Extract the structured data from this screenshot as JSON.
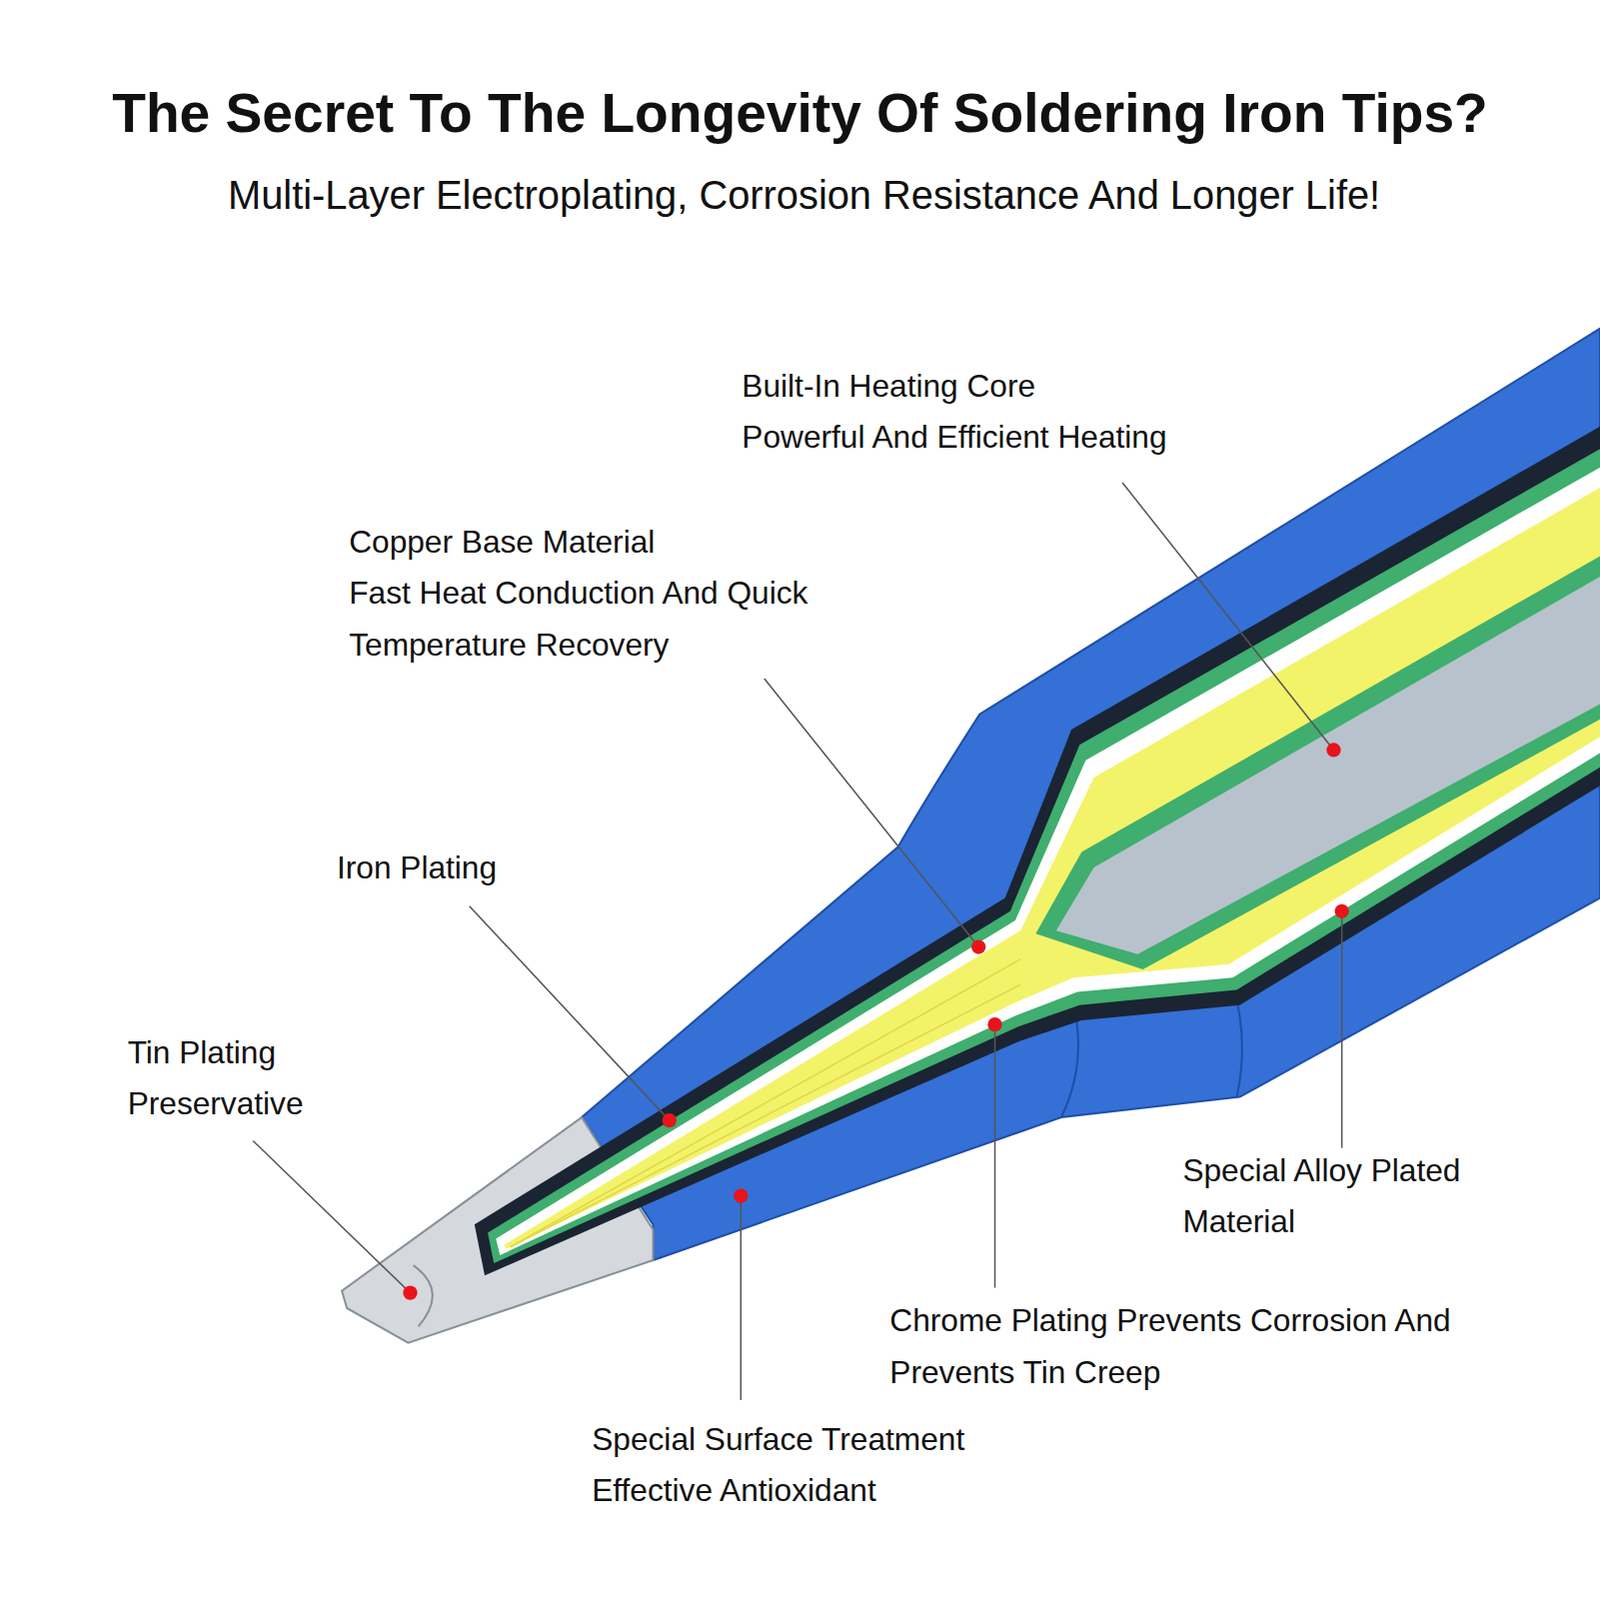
{
  "diagram": {
    "title": "The Secret To The Longevity Of Soldering Iron Tips?",
    "labels": [
      "Multi-Layer Electroplating, Corrosion Resistance And Longer Life!",
      "Built-In Heating Core",
      "Powerful And Efficient Heating",
      "Copper Base Material",
      "Fast Heat Conduction And Quick Temperature Recovery",
      "Iron Plating",
      "Tin Plating",
      "Preservative",
      "Special Alloy Plated Material",
      "Chrome Plating Prevents Corrosion And Prevents Tin Creep",
      "Special Surface Treatment",
      "Effective Antioxidant"
    ]
  }
}
